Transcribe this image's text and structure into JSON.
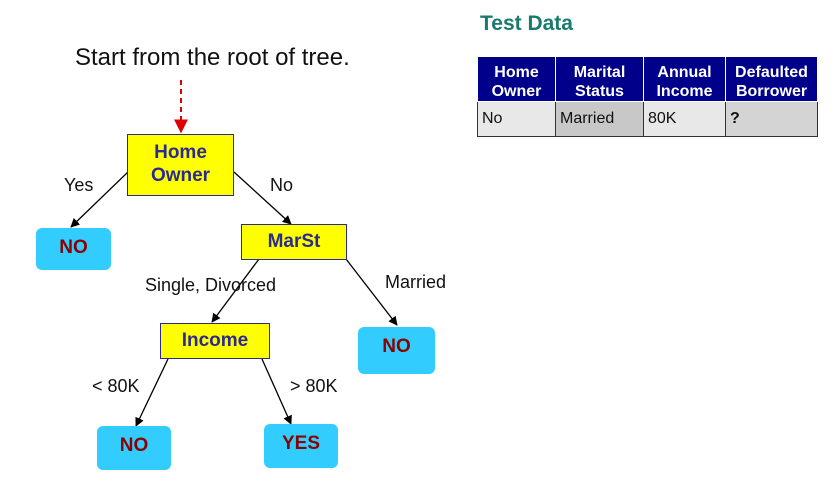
{
  "caption": "Start from the root of tree.",
  "tree": {
    "root": {
      "lines": [
        "Home",
        "Owner"
      ]
    },
    "edges": {
      "yes": "Yes",
      "no": "No",
      "single_divorced": "Single, Divorced",
      "married": "Married",
      "lt80k": "< 80K",
      "gt80k": "> 80K"
    },
    "marst": "MarSt",
    "income": "Income",
    "leaves": {
      "home_yes": "NO",
      "married": "NO",
      "lt80k": "NO",
      "gt80k": "YES"
    }
  },
  "test_data": {
    "title": "Test Data",
    "headers": [
      [
        "Home",
        "Owner"
      ],
      [
        "Marital",
        "Status"
      ],
      [
        "Annual",
        "Income"
      ],
      [
        "Defaulted",
        "Borrower"
      ]
    ],
    "row": [
      "No",
      "Married",
      "80K",
      "?"
    ]
  },
  "colors": {
    "node_fill": "#ffff00",
    "node_border": "#2b2b8f",
    "node_text": "#2b2b8f",
    "leaf_fill": "#33ccff",
    "leaf_text": "#8b0000",
    "arrow_start": "#e00000",
    "header_fill": "#00008b",
    "title_text": "#1a7a6e"
  }
}
